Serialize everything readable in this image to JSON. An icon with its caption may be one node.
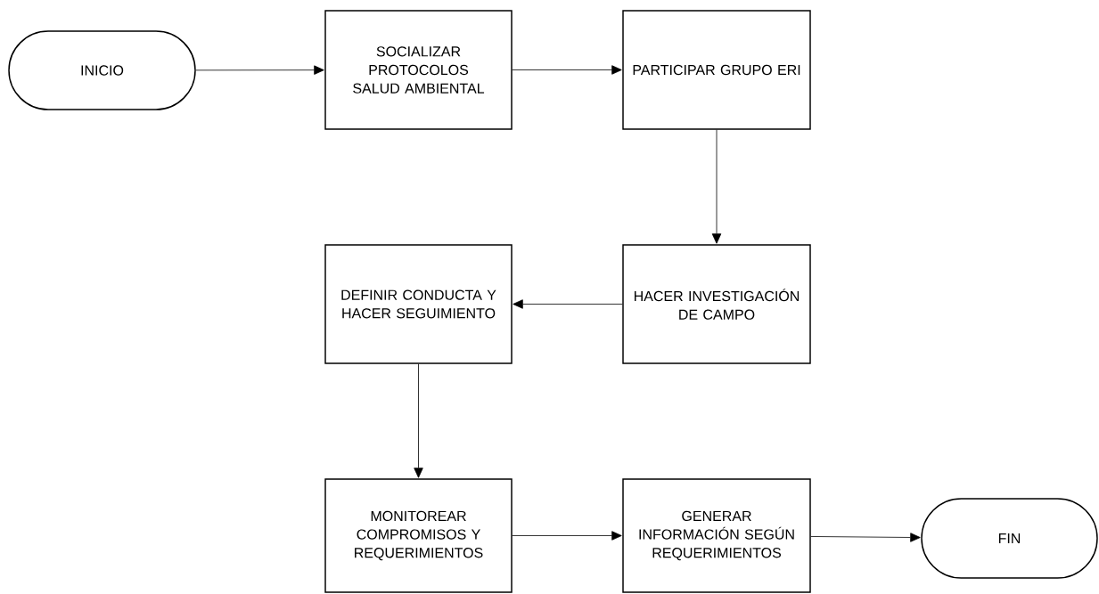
{
  "diagram": {
    "nodes": [
      {
        "text": [
          "INICIO"
        ]
      },
      {
        "text": [
          "SOCIALIZAR PROTOCOLOS SALUD AMBIENTAL"
        ]
      },
      {
        "text": [
          "PARTICIPAR GRUPO ERI"
        ]
      },
      {
        "text": [
          "HACER INVESTIGACIÓN DE CAMPO"
        ]
      },
      {
        "text": [
          "DEFINIR CONDUCTA Y HACER SEGUIMIENTO"
        ]
      },
      {
        "text": [
          "MONITOREAR COMPROMISOS Y REQUERIMIENTOS"
        ]
      },
      {
        "text": [
          "GENERAR INFORMACIÓN SEGÚN REQUERIMIENTOS"
        ]
      },
      {
        "text": [
          "FIN"
        ]
      }
    ],
    "edges": [
      {
        "from": 0,
        "to": 1,
        "arrow": "to"
      },
      {
        "from": 1,
        "to": 2,
        "arrow": "to"
      },
      {
        "from": 2,
        "to": 3,
        "arrow": "to"
      },
      {
        "from": 3,
        "to": 4,
        "arrow": "to"
      },
      {
        "from": 4,
        "to": 5,
        "arrow": "to"
      },
      {
        "from": 5,
        "to": 6,
        "arrow": "to"
      },
      {
        "from": 6,
        "to": 7,
        "arrow": "to"
      }
    ]
  }
}
